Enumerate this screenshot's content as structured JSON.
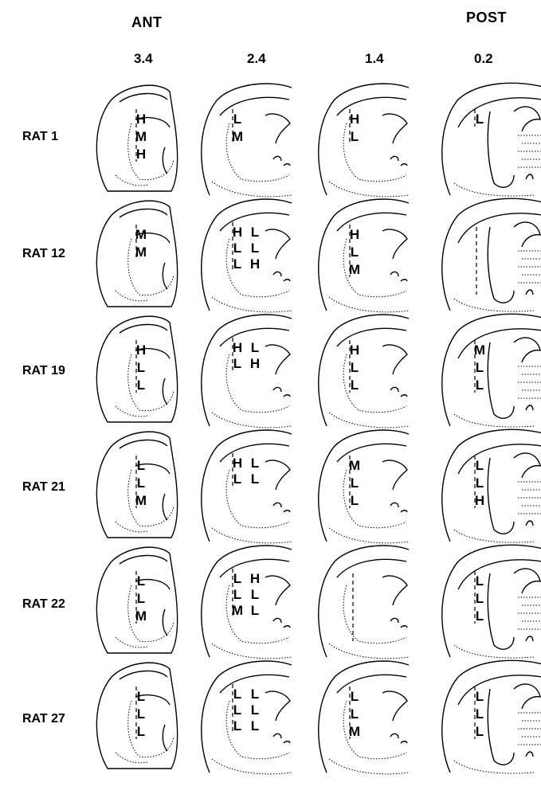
{
  "header": {
    "ant": "ANT",
    "post": "POST"
  },
  "coordinates": [
    "3.4",
    "2.4",
    "1.4",
    "0.2"
  ],
  "rats": [
    {
      "label": "RAT 1",
      "sections": [
        [
          "H",
          "M",
          "H"
        ],
        [
          "L",
          "M"
        ],
        [
          "H",
          "L"
        ],
        [
          "L"
        ]
      ]
    },
    {
      "label": "RAT 12",
      "sections": [
        [
          "M",
          "M"
        ],
        [
          "H",
          "L",
          "L",
          "L",
          "L",
          "H"
        ],
        [
          "H",
          "L",
          "M"
        ],
        []
      ]
    },
    {
      "label": "RAT 19",
      "sections": [
        [
          "H",
          "L",
          "L"
        ],
        [
          "H",
          "L",
          "L",
          "H"
        ],
        [
          "H",
          "L",
          "L"
        ],
        [
          "M",
          "L",
          "L"
        ]
      ]
    },
    {
      "label": "RAT 21",
      "sections": [
        [
          "L",
          "L",
          "M"
        ],
        [
          "H",
          "L",
          "L",
          "L"
        ],
        [
          "M",
          "L",
          "L"
        ],
        [
          "L",
          "L",
          "H"
        ]
      ]
    },
    {
      "label": "RAT 22",
      "sections": [
        [
          "L",
          "L",
          "M"
        ],
        [
          "L",
          "H",
          "L",
          "L",
          "M",
          "L"
        ],
        [],
        [
          "L",
          "L",
          "L"
        ]
      ]
    },
    {
      "label": "RAT 27",
      "sections": [
        [
          "L",
          "L",
          "L"
        ],
        [
          "L",
          "L",
          "L",
          "L",
          "L",
          "L"
        ],
        [
          "L",
          "L",
          "M"
        ],
        [
          "L",
          "L",
          "L"
        ]
      ]
    }
  ]
}
